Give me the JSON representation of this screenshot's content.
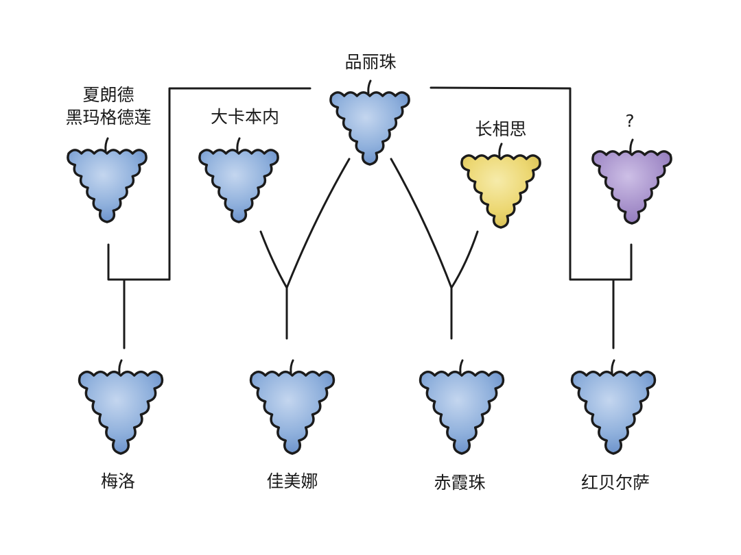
{
  "grapes": {
    "chardonnay": {
      "label": "品丽珠",
      "color": "#8fb0dc"
    },
    "grandparent_1": {
      "label_line1": "夏朗德",
      "label_line2": "黑玛格德莲",
      "color": "#8fb0dc"
    },
    "grandparent_2": {
      "label": "大卡本内",
      "color": "#8fb0dc"
    },
    "grandparent_3": {
      "label": "长相思",
      "color": "#ecd772"
    },
    "grandparent_4": {
      "label": "?",
      "color": "#a893cc"
    },
    "child_1": {
      "label": "梅洛",
      "color": "#8fb0dc"
    },
    "child_2": {
      "label": "佳美娜",
      "color": "#8fb0dc"
    },
    "child_3": {
      "label": "赤霞珠",
      "color": "#8fb0dc"
    },
    "child_4": {
      "label": "红贝尔萨",
      "color": "#8fb0dc"
    }
  }
}
